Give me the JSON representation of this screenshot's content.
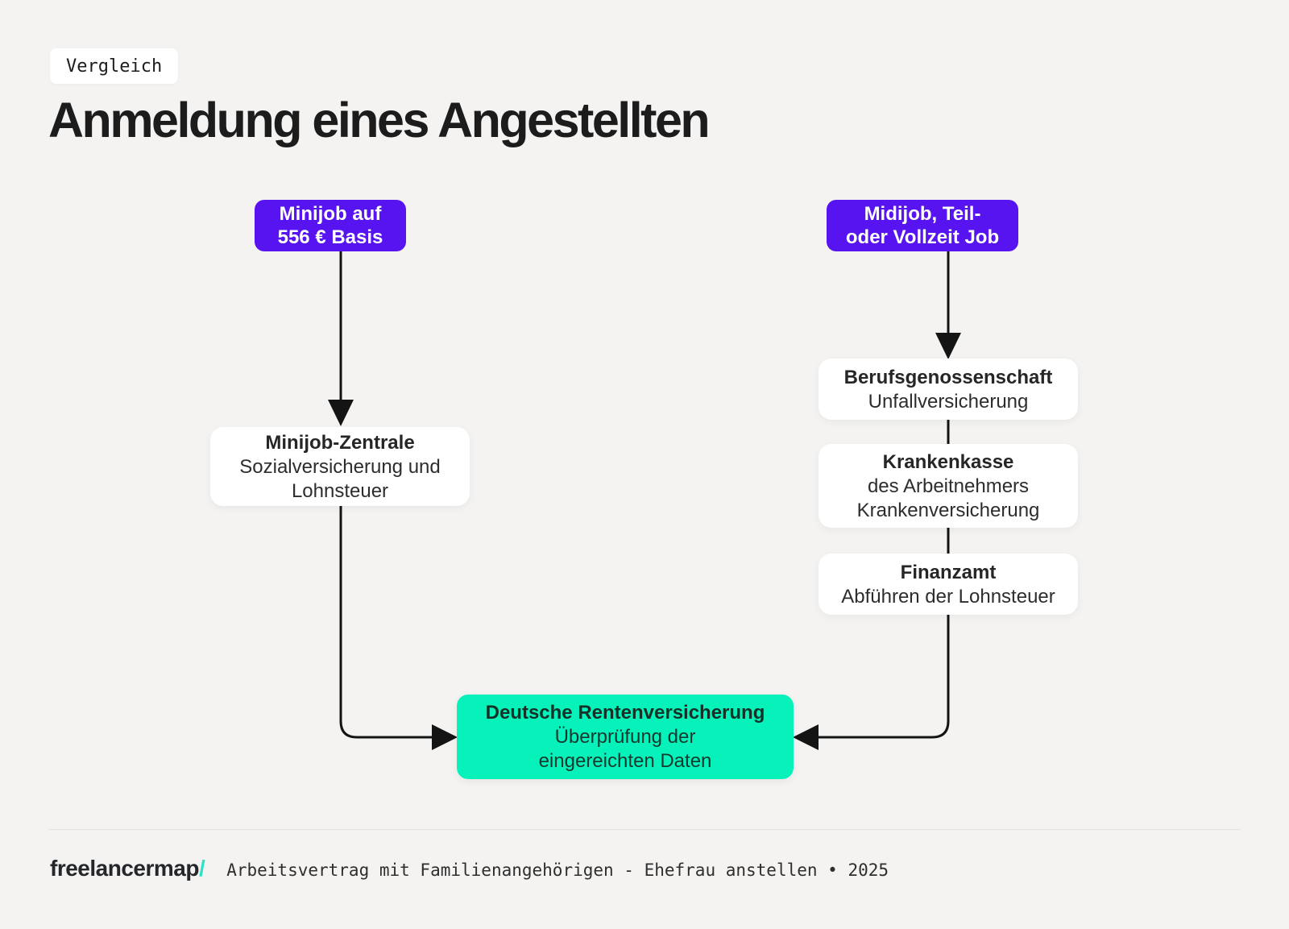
{
  "badge": {
    "label": "Vergleich"
  },
  "title": "Anmeldung eines Angestellten",
  "colors": {
    "background": "#f4f3f1",
    "accent_purple": "#5714F0",
    "accent_teal": "#07F2BA",
    "connector": "#141414",
    "card_white": "#ffffff"
  },
  "flowchart": {
    "left_branch": {
      "start": {
        "label": "Minijob auf\n556 € Basis"
      },
      "steps": [
        {
          "title": "Minijob-Zentrale",
          "subtitle": "Sozialversicherung und\nLohnsteuer"
        }
      ]
    },
    "right_branch": {
      "start": {
        "label": "Midijob, Teil-\noder Vollzeit Job"
      },
      "steps": [
        {
          "title": "Berufsgenossenschaft",
          "subtitle": "Unfallversicherung"
        },
        {
          "title": "Krankenkasse",
          "subtitle": "des Arbeitnehmers\nKrankenversicherung"
        },
        {
          "title": "Finanzamt",
          "subtitle": "Abführen der Lohnsteuer"
        }
      ]
    },
    "result": {
      "title": "Deutsche Rentenversicherung",
      "subtitle": "Überprüfung der\neingereichten Daten"
    }
  },
  "footer": {
    "logo_text": "freelancermap",
    "logo_slash": "/",
    "caption": "Arbeitsvertrag mit Familienangehörigen - Ehefrau anstellen • 2025"
  }
}
